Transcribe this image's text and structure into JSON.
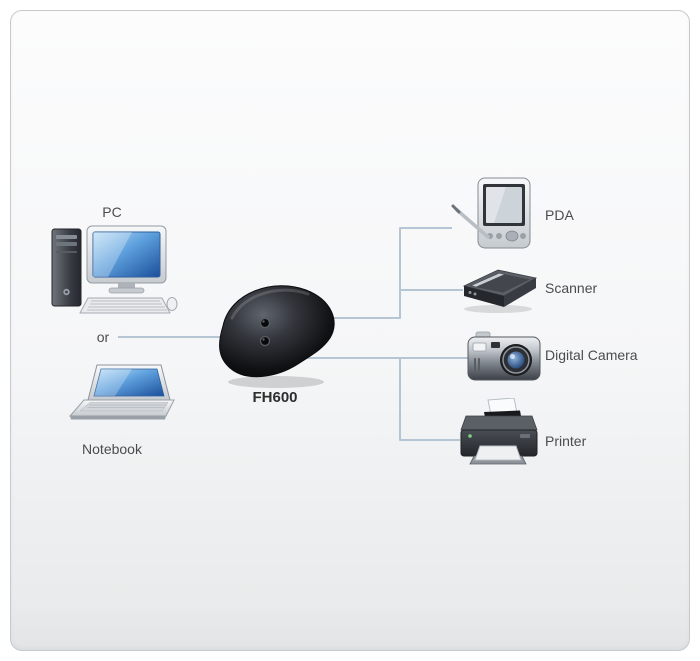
{
  "diagram": {
    "device_label": "FH600",
    "pc_label": "PC",
    "or_label": "or",
    "notebook_label": "Notebook",
    "peripherals": [
      {
        "label": "PDA"
      },
      {
        "label": "Scanner"
      },
      {
        "label": "Digital Camera"
      },
      {
        "label": "Printer"
      }
    ],
    "icons": {
      "left": [
        "desktop-pc-icon",
        "notebook-icon"
      ],
      "center": "fh600-device-icon",
      "right": [
        "pda-icon",
        "scanner-icon",
        "digital-camera-icon",
        "printer-icon"
      ]
    },
    "colors": {
      "connector": "#b5c5d4",
      "label": "#4c4c4c",
      "device_label": "#2e2e2e",
      "panel_border": "#c6cacd",
      "screen_blue": "#1b4f9b"
    }
  }
}
